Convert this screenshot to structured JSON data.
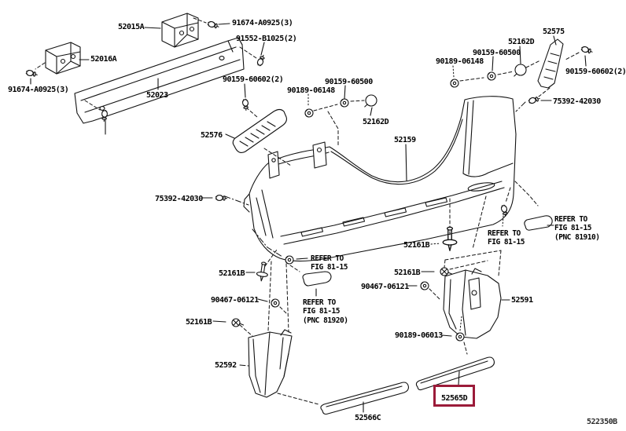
{
  "diagram": {
    "background_color": "#ffffff",
    "line_color": "#121212",
    "highlight_color": "#9b1b39",
    "figure_code": "522350B",
    "highlighted_part": "52565D",
    "part_labels": [
      {
        "text": "52015A"
      },
      {
        "text": "91674-A0925(3)"
      },
      {
        "text": "91552-B1025(2)"
      },
      {
        "text": "52016A"
      },
      {
        "text": "91674-A0925(3)"
      },
      {
        "text": "52023"
      },
      {
        "text": "90159-60602(2)"
      },
      {
        "text": "90189-06148"
      },
      {
        "text": "90159-60500"
      },
      {
        "text": "52162D"
      },
      {
        "text": "52576"
      },
      {
        "text": "52159"
      },
      {
        "text": "52575"
      },
      {
        "text": "52162D"
      },
      {
        "text": "90159-60500"
      },
      {
        "text": "90189-06148"
      },
      {
        "text": "90159-60602(2)"
      },
      {
        "text": "75392-42030"
      },
      {
        "text": "75392-42030"
      },
      {
        "text": "52161B"
      },
      {
        "text": "52161B"
      },
      {
        "text": "52161B"
      },
      {
        "text": "90467-06121"
      },
      {
        "text": "52591"
      },
      {
        "text": "90467-06121"
      },
      {
        "text": "52161B"
      },
      {
        "text": "52592"
      },
      {
        "text": "90189-06013"
      },
      {
        "text": "52566C"
      },
      {
        "text": "52565D"
      }
    ],
    "refer_notes": [
      {
        "text": "REFER TO\nFIG 81-15"
      },
      {
        "text": "REFER TO\nFIG 81-15"
      },
      {
        "text": "REFER TO\nFIG 81-15\n(PNC 81910)"
      },
      {
        "text": "REFER TO\nFIG 81-15\n(PNC 81920)"
      }
    ]
  }
}
